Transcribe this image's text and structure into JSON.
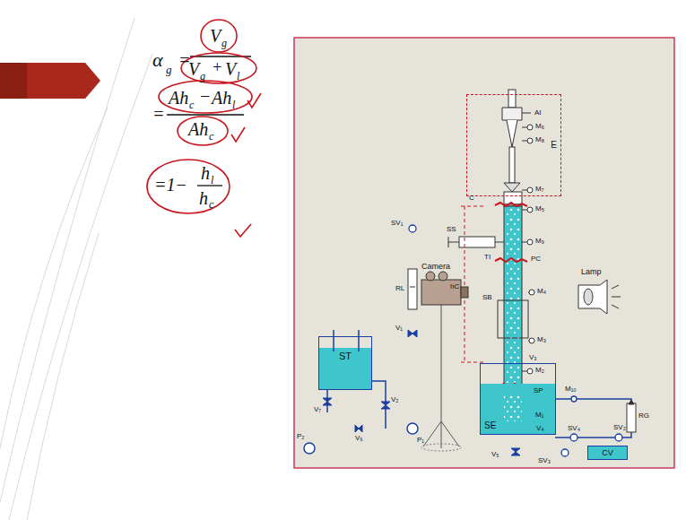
{
  "diagram": {
    "nodes": [
      {
        "text": [
          "E"
        ]
      },
      {
        "text": [
          "ST"
        ]
      },
      {
        "text": [
          "SE"
        ]
      },
      {
        "text": [
          "CV"
        ]
      }
    ],
    "edges": [
      {
        "from": 1,
        "to": 0,
        "arrow": "none"
      },
      {
        "from": 2,
        "to": 3,
        "arrow": "none"
      },
      {
        "from": 3,
        "to": 1,
        "arrow": "none"
      }
    ],
    "labels": [
      "α",
      "g",
      "=",
      "V",
      "g",
      "V",
      "g",
      "+",
      "V",
      "l",
      "=",
      "Ah",
      "c",
      "−",
      "Ah",
      "l",
      "Ah",
      "c",
      "=1−",
      "h",
      "l",
      "h",
      "c",
      "SV₁",
      "RL",
      "V₁",
      "V₇",
      "V₂",
      "V₆",
      "P₂",
      "P₁",
      "AI",
      "M₆",
      "M₈",
      "M₇",
      "C",
      "M₅",
      "SS",
      "M₉",
      "TI",
      "PC",
      "hC",
      "Camera",
      "Lamp",
      "SB",
      "M₄",
      "M₃",
      "V₃",
      "M₂",
      "M₁₀",
      "RG",
      "SP",
      "M₁",
      "V₄",
      "SV₄",
      "SV₂",
      "SV₃",
      "V₅"
    ]
  }
}
